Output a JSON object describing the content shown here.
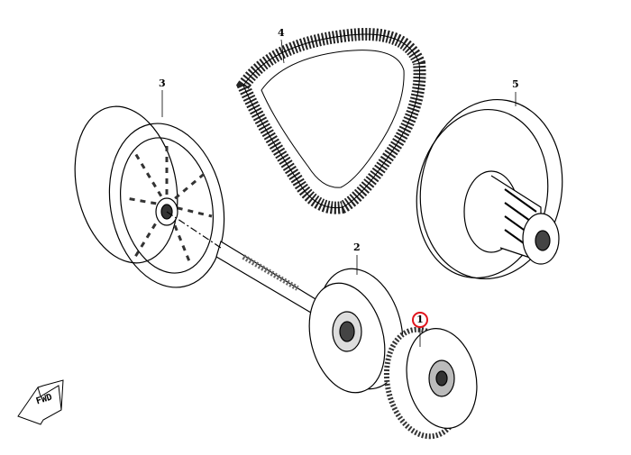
{
  "diagram": {
    "callouts": [
      {
        "number": "1",
        "highlighted": true
      },
      {
        "number": "2"
      },
      {
        "number": "3"
      },
      {
        "number": "4"
      },
      {
        "number": "5"
      }
    ],
    "direction_arrow": "FWD",
    "highlight_color": "#e0141c"
  }
}
